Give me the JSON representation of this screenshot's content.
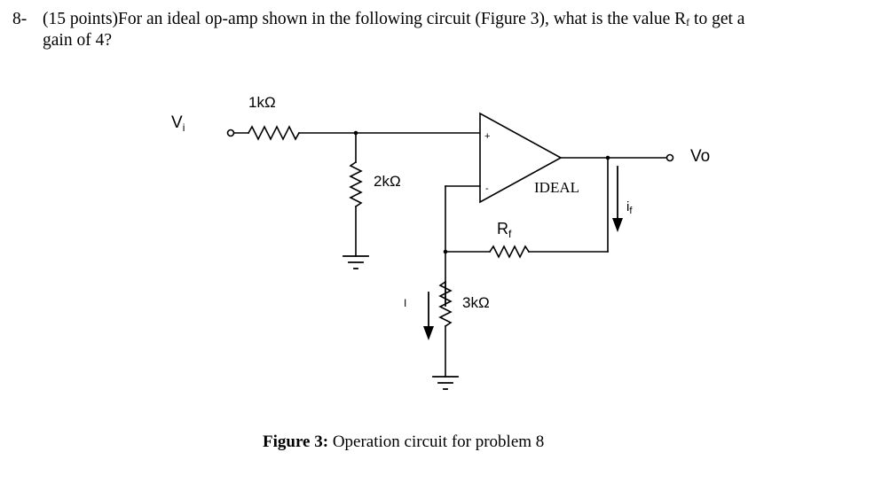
{
  "question": {
    "number": "8-",
    "line1_main": "(15 points)For an ideal op-amp shown in the following circuit (Figure 3), what is the value R",
    "line1_sub": "f",
    "line1_end": " to get a",
    "line2": "gain of 4?"
  },
  "circuit": {
    "input_label": "V",
    "input_sub": "i",
    "r1_label": "1kΩ",
    "r2_label": "2kΩ",
    "r3_label": "3kΩ",
    "rf_label": "R",
    "rf_sub": "f",
    "opamp_plus": "+",
    "opamp_minus": "-",
    "opamp_label": "IDEAL",
    "output_label": "Vo",
    "current_label": "i",
    "current_sub": "f",
    "stray_mark": "I"
  },
  "caption": {
    "bold": "Figure 3:",
    "text": " Operation circuit for problem 8"
  }
}
